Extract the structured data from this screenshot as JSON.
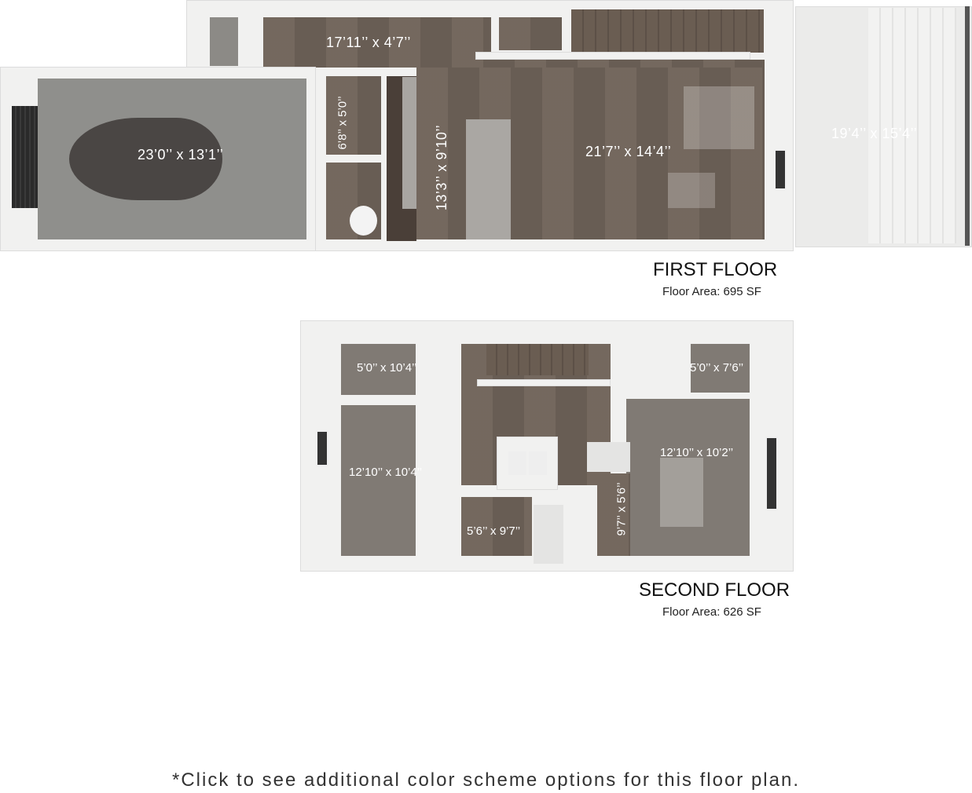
{
  "first_floor": {
    "title": "FIRST FLOOR",
    "area": "Floor Area: 695 SF",
    "rooms": {
      "entry_hall": "17’11’’ x 4’7’’",
      "garage": "23’0’’ x 13’1’’",
      "powder_bath": "6’8’’ x 5’0’’",
      "kitchen": "13’3’’ x 9’10’’",
      "living": "21’7’’ x 14’4’’",
      "patio": "19’4’’ x 15’4’’"
    }
  },
  "second_floor": {
    "title": "SECOND FLOOR",
    "area": "Floor Area: 626 SF",
    "rooms": {
      "closet_left": "5’0’’ x 10’4’’",
      "closet_right": "5’0’’ x 7’6’’",
      "bedroom_left": "12’10’’ x 10’4’’",
      "bedroom_right": "12’10’’ x 10’2’’",
      "bath_left": "5’6’’ x 9’7’’",
      "bath_right": "9’7’’ x 5’6’’"
    }
  },
  "footer_note": "*Click to see additional color scheme options for this floor plan."
}
